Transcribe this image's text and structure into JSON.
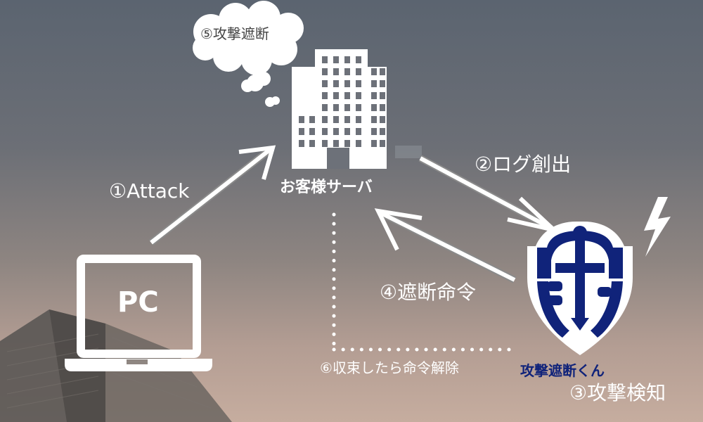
{
  "diagram": {
    "step5": "⑤攻撃遮断",
    "step1": "①Attack",
    "server_name": "お客様サーバ",
    "step2": "②ログ創出",
    "step4": "④遮断命令",
    "pc_label": "PC",
    "step6": "⑥収束したら命令解除",
    "product_name": "攻撃遮断くん",
    "step3": "③攻撃検知"
  },
  "icons": {
    "server": "office-building-icon",
    "pc": "laptop-icon",
    "product": "shield-logo-icon",
    "thought": "thought-cloud-icon",
    "alert": "lightning-bolt-icon"
  },
  "colors": {
    "arrow": "#ffffff",
    "product_navy": "#10237a",
    "thought_text": "#444444"
  }
}
